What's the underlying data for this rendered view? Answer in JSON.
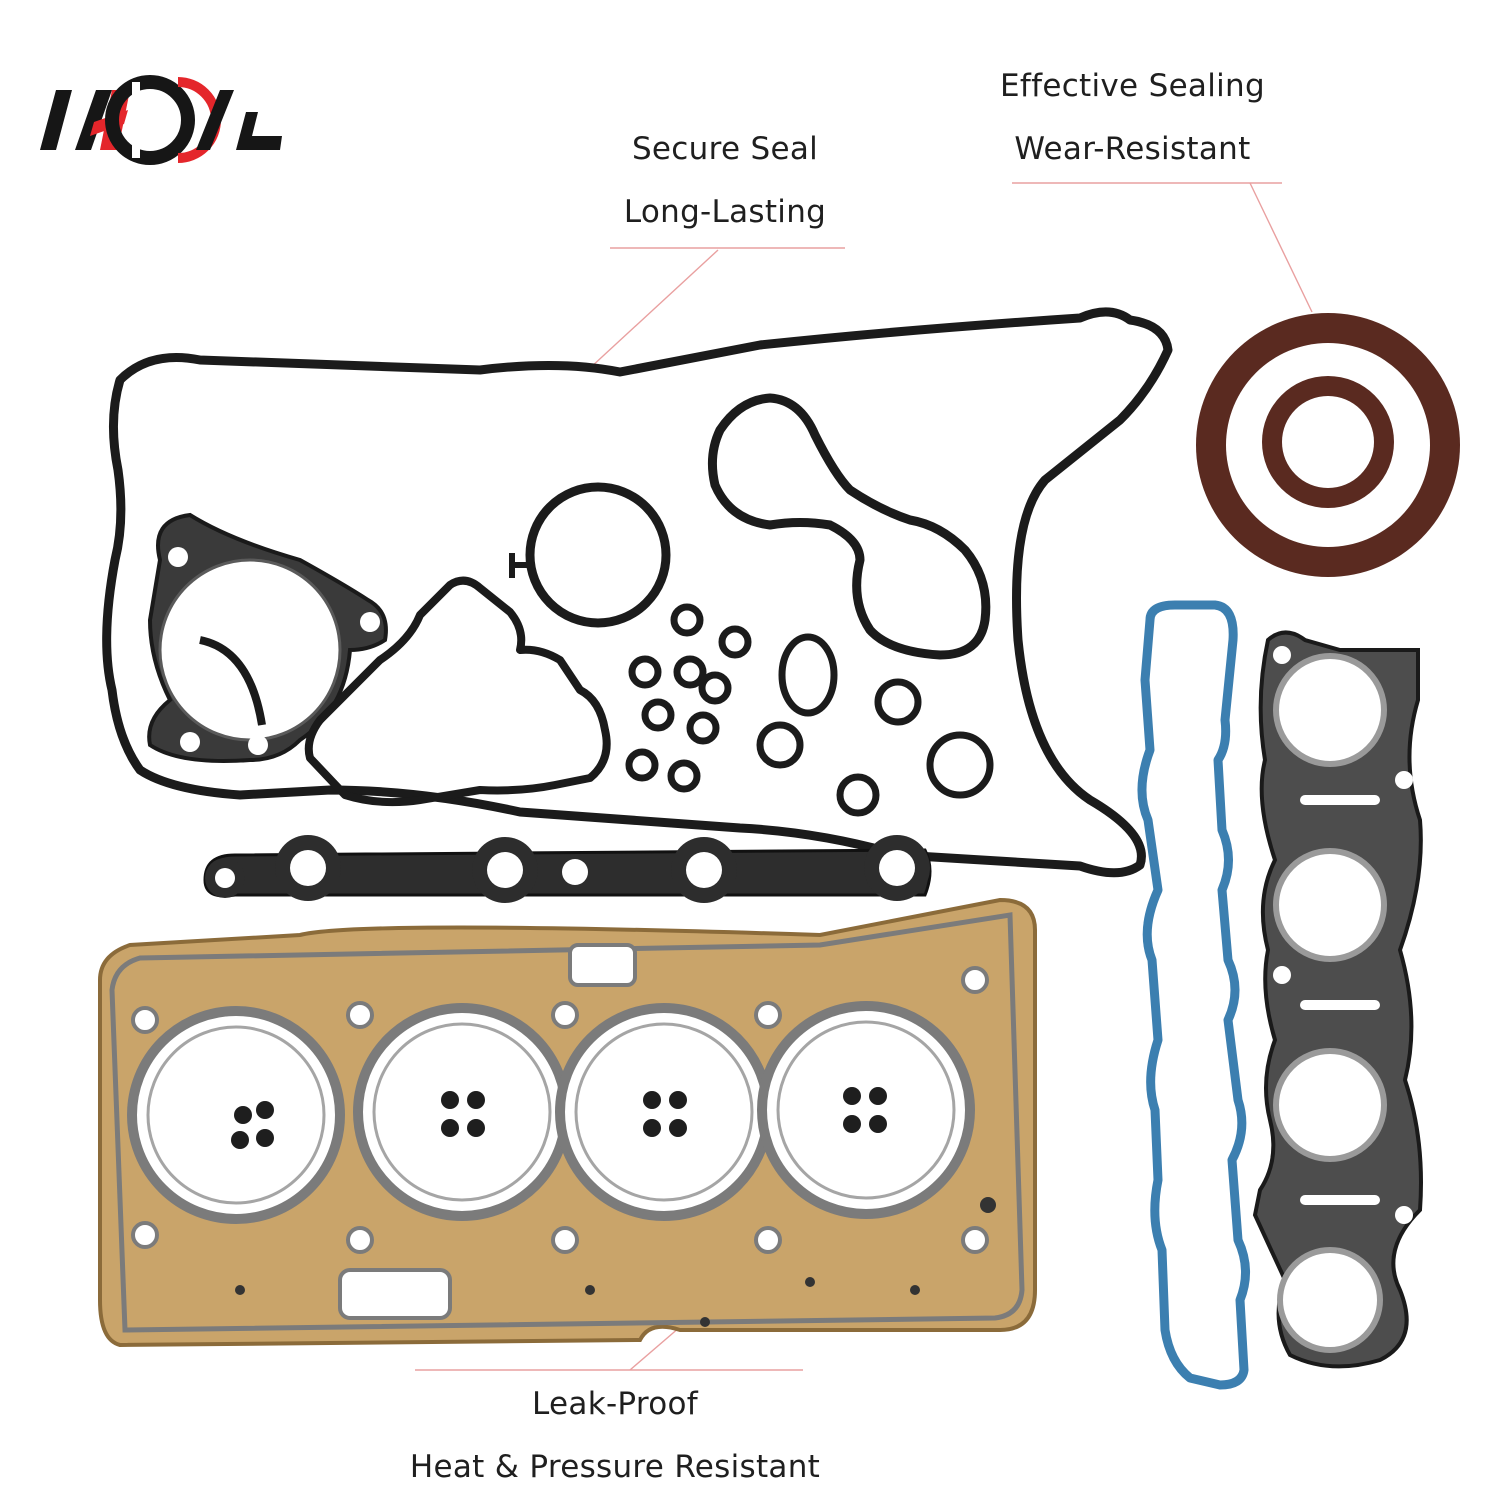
{
  "brand": {
    "logo_text": "IMOIL",
    "accent_color": "#e4262b",
    "dark_color": "#161616"
  },
  "callouts": {
    "secure": {
      "line1": "Secure Seal",
      "line2": "Long-Lasting"
    },
    "effective": {
      "line1": "Effective Sealing",
      "line2": "Wear-Resistant"
    },
    "leak": {
      "line1": "Leak-Proof",
      "line2": "Heat & Pressure Resistant"
    }
  },
  "product": {
    "parts": [
      "valve-cover-gasket",
      "crankshaft-oil-seal",
      "intake-manifold-gasket",
      "exhaust-manifold-gasket",
      "cylinder-head-gasket",
      "o-rings",
      "valve-stem-seals"
    ],
    "colors": {
      "rubber": "#1b1b1b",
      "seal": "#5a2a20",
      "intake": "#3c7fb0",
      "head": "#c9a46a",
      "steel": "#7b7b7b"
    }
  }
}
